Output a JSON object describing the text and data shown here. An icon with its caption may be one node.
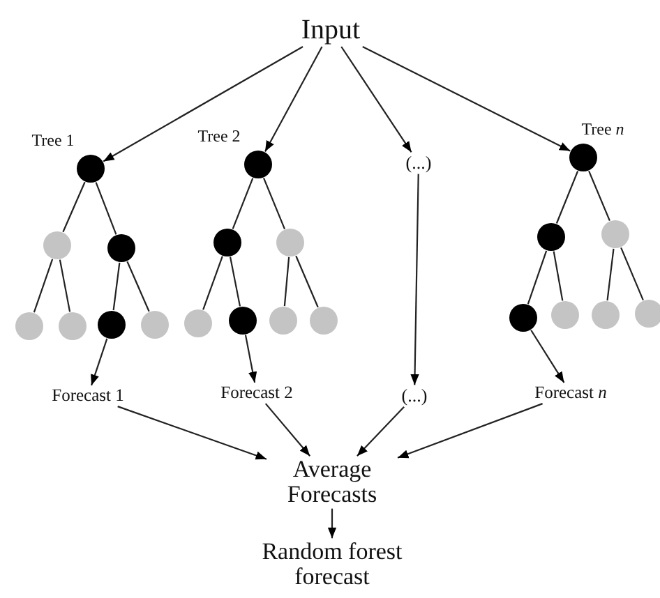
{
  "diagram": {
    "nodes": [
      {
        "text": [
          "Input"
        ]
      },
      {
        "text": [],
        "shape": "circle",
        "beside": [
          "Tree 1"
        ]
      },
      {
        "text": [],
        "shape": "circle"
      },
      {
        "text": [],
        "shape": "circle"
      },
      {
        "text": [],
        "shape": "circle"
      },
      {
        "text": [],
        "shape": "circle"
      },
      {
        "text": [],
        "shape": "circle"
      },
      {
        "text": [],
        "shape": "circle"
      },
      {
        "text": [],
        "shape": "circle",
        "beside": [
          "Tree 2"
        ]
      },
      {
        "text": [],
        "shape": "circle"
      },
      {
        "text": [],
        "shape": "circle"
      },
      {
        "text": [],
        "shape": "circle"
      },
      {
        "text": [],
        "shape": "circle"
      },
      {
        "text": [],
        "shape": "circle"
      },
      {
        "text": [],
        "shape": "circle"
      },
      {
        "text": [
          "(...)"
        ]
      },
      {
        "text": [],
        "shape": "circle",
        "beside": [
          "Tree *n*"
        ]
      },
      {
        "text": [],
        "shape": "circle"
      },
      {
        "text": [],
        "shape": "circle"
      },
      {
        "text": [],
        "shape": "circle"
      },
      {
        "text": [],
        "shape": "circle"
      },
      {
        "text": [],
        "shape": "circle"
      },
      {
        "text": [],
        "shape": "circle"
      },
      {
        "text": [
          "Forecast 1"
        ]
      },
      {
        "text": [
          "Forecast 2"
        ]
      },
      {
        "text": [
          "(...)"
        ]
      },
      {
        "text": [
          "Forecast *n*"
        ]
      },
      {
        "text": [
          "Average Forecasts"
        ]
      },
      {
        "text": [
          "Random forest forecast"
        ]
      }
    ],
    "edges": [
      {
        "from": 0,
        "to": 1,
        "arrow": "to"
      },
      {
        "from": 0,
        "to": 8,
        "arrow": "to"
      },
      {
        "from": 0,
        "to": 15,
        "arrow": "to"
      },
      {
        "from": 0,
        "to": 16,
        "arrow": "to"
      },
      {
        "from": 1,
        "to": 2,
        "arrow": "none"
      },
      {
        "from": 1,
        "to": 3,
        "arrow": "none"
      },
      {
        "from": 2,
        "to": 4,
        "arrow": "none"
      },
      {
        "from": 2,
        "to": 5,
        "arrow": "none"
      },
      {
        "from": 3,
        "to": 6,
        "arrow": "none"
      },
      {
        "from": 3,
        "to": 7,
        "arrow": "none"
      },
      {
        "from": 8,
        "to": 9,
        "arrow": "none"
      },
      {
        "from": 8,
        "to": 10,
        "arrow": "none"
      },
      {
        "from": 9,
        "to": 11,
        "arrow": "none"
      },
      {
        "from": 9,
        "to": 12,
        "arrow": "none"
      },
      {
        "from": 10,
        "to": 13,
        "arrow": "none"
      },
      {
        "from": 10,
        "to": 14,
        "arrow": "none"
      },
      {
        "from": 16,
        "to": 17,
        "arrow": "none"
      },
      {
        "from": 16,
        "to": 18,
        "arrow": "none"
      },
      {
        "from": 17,
        "to": 19,
        "arrow": "none"
      },
      {
        "from": 17,
        "to": 20,
        "arrow": "none"
      },
      {
        "from": 18,
        "to": 21,
        "arrow": "none"
      },
      {
        "from": 18,
        "to": 22,
        "arrow": "none"
      },
      {
        "from": 6,
        "to": 23,
        "arrow": "to"
      },
      {
        "from": 12,
        "to": 24,
        "arrow": "to"
      },
      {
        "from": 15,
        "to": 25,
        "arrow": "to"
      },
      {
        "from": 19,
        "to": 26,
        "arrow": "to"
      },
      {
        "from": 23,
        "to": 27,
        "arrow": "to"
      },
      {
        "from": 24,
        "to": 27,
        "arrow": "to"
      },
      {
        "from": 25,
        "to": 27,
        "arrow": "to"
      },
      {
        "from": 26,
        "to": 27,
        "arrow": "to"
      },
      {
        "from": 27,
        "to": 28,
        "arrow": "to"
      }
    ]
  }
}
